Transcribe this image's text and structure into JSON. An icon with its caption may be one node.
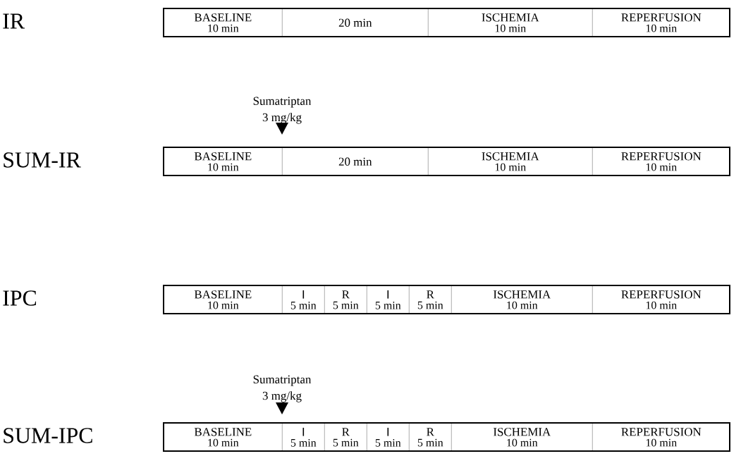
{
  "diagram": {
    "nodes": [
      {
        "text": [
          "BASELINE",
          "10 min"
        ]
      },
      {
        "text": [
          "20 min"
        ]
      },
      {
        "text": [
          "ISCHEMIA",
          "10 min"
        ]
      },
      {
        "text": [
          "REPERFUSION",
          "10 min"
        ]
      },
      {
        "text": [
          "BASELINE",
          "10 min"
        ]
      },
      {
        "text": [
          "20 min"
        ]
      },
      {
        "text": [
          "ISCHEMIA",
          "10 min"
        ]
      },
      {
        "text": [
          "REPERFUSION",
          "10 min"
        ]
      },
      {
        "text": [
          "BASELINE",
          "10 min"
        ]
      },
      {
        "text": [
          "I",
          "5 min"
        ]
      },
      {
        "text": [
          "R",
          "5 min"
        ]
      },
      {
        "text": [
          "I",
          "5 min"
        ]
      },
      {
        "text": [
          "R",
          "5 min"
        ]
      },
      {
        "text": [
          "ISCHEMIA",
          "10 min"
        ]
      },
      {
        "text": [
          "REPERFUSION",
          "10 min"
        ]
      },
      {
        "text": [
          "BASELINE",
          "10 min"
        ]
      },
      {
        "text": [
          "I",
          "5 min"
        ]
      },
      {
        "text": [
          "R",
          "5 min"
        ]
      },
      {
        "text": [
          "I",
          "5 min"
        ]
      },
      {
        "text": [
          "R",
          "5 min"
        ]
      },
      {
        "text": [
          "ISCHEMIA",
          "10 min"
        ]
      },
      {
        "text": [
          "REPERFUSION",
          "10 min"
        ]
      }
    ],
    "labels": [
      "IR",
      "Sumatriptan",
      "3 mg/kg",
      "SUM-IR",
      "IPC",
      "Sumatriptan",
      "3 mg/kg",
      "SUM-IPC"
    ]
  }
}
